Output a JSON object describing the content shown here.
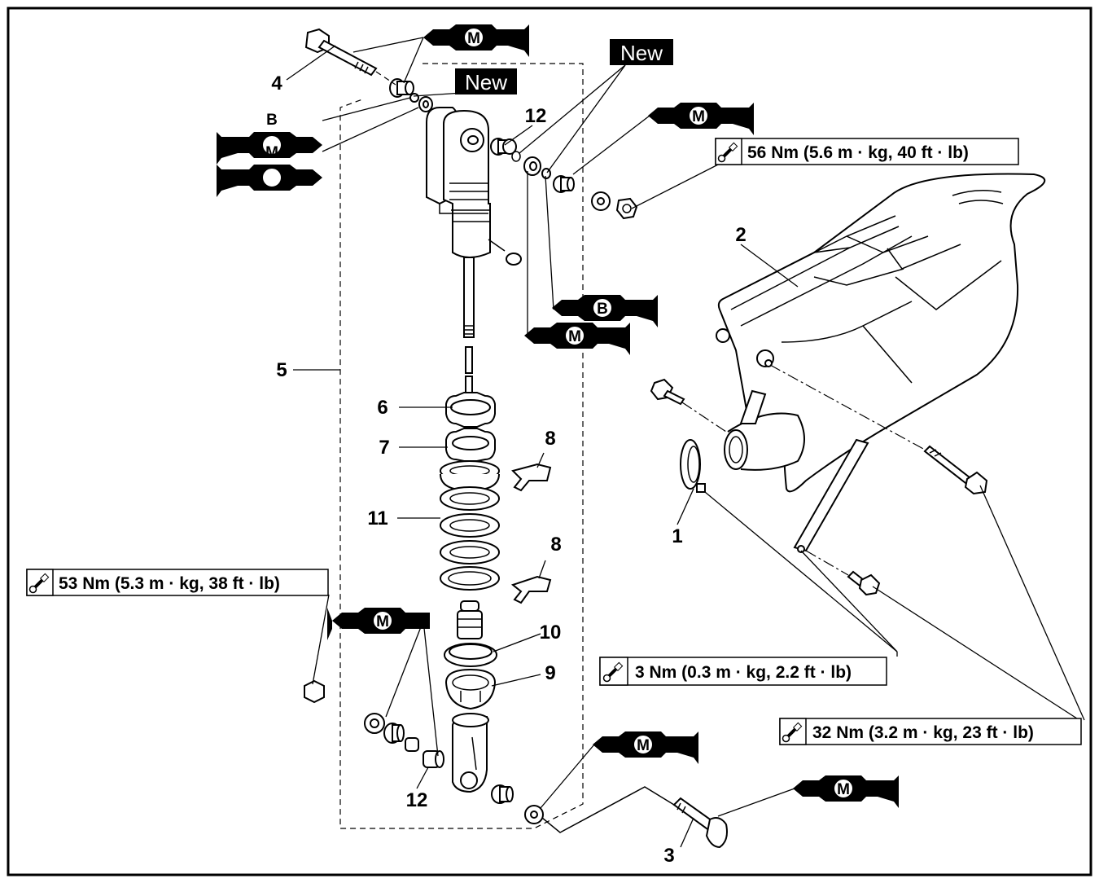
{
  "part_labels": [
    {
      "id": "1",
      "text": "1"
    },
    {
      "id": "2",
      "text": "2"
    },
    {
      "id": "3",
      "text": "3"
    },
    {
      "id": "4",
      "text": "4"
    },
    {
      "id": "5",
      "text": "5"
    },
    {
      "id": "6",
      "text": "6"
    },
    {
      "id": "7",
      "text": "7"
    },
    {
      "id": "8a",
      "text": "8"
    },
    {
      "id": "8b",
      "text": "8"
    },
    {
      "id": "9",
      "text": "9"
    },
    {
      "id": "10",
      "text": "10"
    },
    {
      "id": "11",
      "text": "11"
    },
    {
      "id": "12a",
      "text": "12"
    },
    {
      "id": "12b",
      "text": "12"
    }
  ],
  "torque_specs": [
    {
      "id": "upper-nut",
      "text": "56 Nm (5.6 m · kg, 40 ft · lb)"
    },
    {
      "id": "lower-nut",
      "text": "53 Nm (5.3 m · kg, 38 ft · lb)"
    },
    {
      "id": "clamp",
      "text": "3 Nm (0.3 m · kg, 2.2 ft · lb)"
    },
    {
      "id": "subframe",
      "text": "32 Nm (3.2 m · kg, 23 ft · lb)"
    }
  ],
  "new_tags": [
    {
      "id": "new-upper",
      "text": "New"
    },
    {
      "id": "new-lower",
      "text": "New"
    }
  ],
  "grease_symbols": [
    {
      "id": "g1",
      "letter": "M"
    },
    {
      "id": "g2",
      "letter": "B"
    },
    {
      "id": "g3",
      "letter": "M"
    },
    {
      "id": "g4",
      "letter": "M"
    },
    {
      "id": "g5",
      "letter": "B"
    },
    {
      "id": "g6",
      "letter": "M"
    },
    {
      "id": "g7",
      "letter": "M"
    },
    {
      "id": "g8",
      "letter": "M"
    },
    {
      "id": "g9",
      "letter": "M"
    }
  ]
}
